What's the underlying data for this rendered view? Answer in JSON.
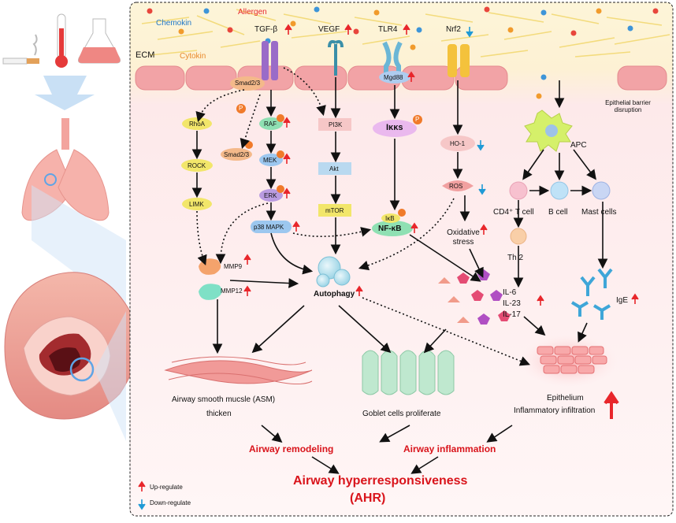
{
  "top": {
    "chemokin": "Chemokin",
    "allergen": "Allergen",
    "cytokin": "Cytokin",
    "ecm": "ECM",
    "tgf_beta": "TGF-β",
    "vegf": "VEGF",
    "tlr4": "TLR4",
    "nrf2": "Nrf2",
    "smad23_membrane": "Smad2/3",
    "mgd88": "Mgd88",
    "barrier": "Epithelial barrier disruption"
  },
  "pathway": {
    "rhoa": "RhoA",
    "rock": "ROCK",
    "limk": "LIMK",
    "raf": "RAF",
    "smad23": "Smad2/3",
    "mek": "MEK",
    "erk": "ERK",
    "p38": "p38 MAPK",
    "pi3k": "PI3K",
    "akt": "Akt",
    "mtor": "mTOR",
    "ikk": "Iκκs",
    "ikb": "IκB",
    "nfkb": "NF-κB",
    "ho1": "HO-1",
    "ros": "ROS",
    "oxidative": "Oxidative stress",
    "mmp9": "MMP9",
    "mmp12": "MMP12",
    "autophagy": "Autophagy",
    "p_badge": "P"
  },
  "immune": {
    "apc": "APC",
    "cd4": "CD4⁺ T cell",
    "bcell": "B cell",
    "mast": "Mast cells",
    "th2": "Th 2",
    "il6": "IL-6",
    "il23": "IL-23",
    "il17": "IL-17",
    "ige": "IgE"
  },
  "outcomes": {
    "asm_line1": "Airway smooth mucsle (ASM)",
    "asm_line2": "thicken",
    "goblet": "Goblet cells proliferate",
    "epi_line1": "Epithelium",
    "epi_line2": "Inflammatory infiltration",
    "remodeling": "Airway remodeling",
    "inflammation": "Airway inflammation",
    "ahr_line1": "Airway hyperresponsiveness",
    "ahr_line2": "(AHR)"
  },
  "legend": {
    "up": "Up-regulate",
    "down": "Down-regulate"
  },
  "colors": {
    "up_arrow": "#e8262b",
    "down_arrow": "#1f9ad6",
    "outcome_red": "#d9141b",
    "membrane": "#f2a3a6",
    "background": "#fdeef0"
  }
}
